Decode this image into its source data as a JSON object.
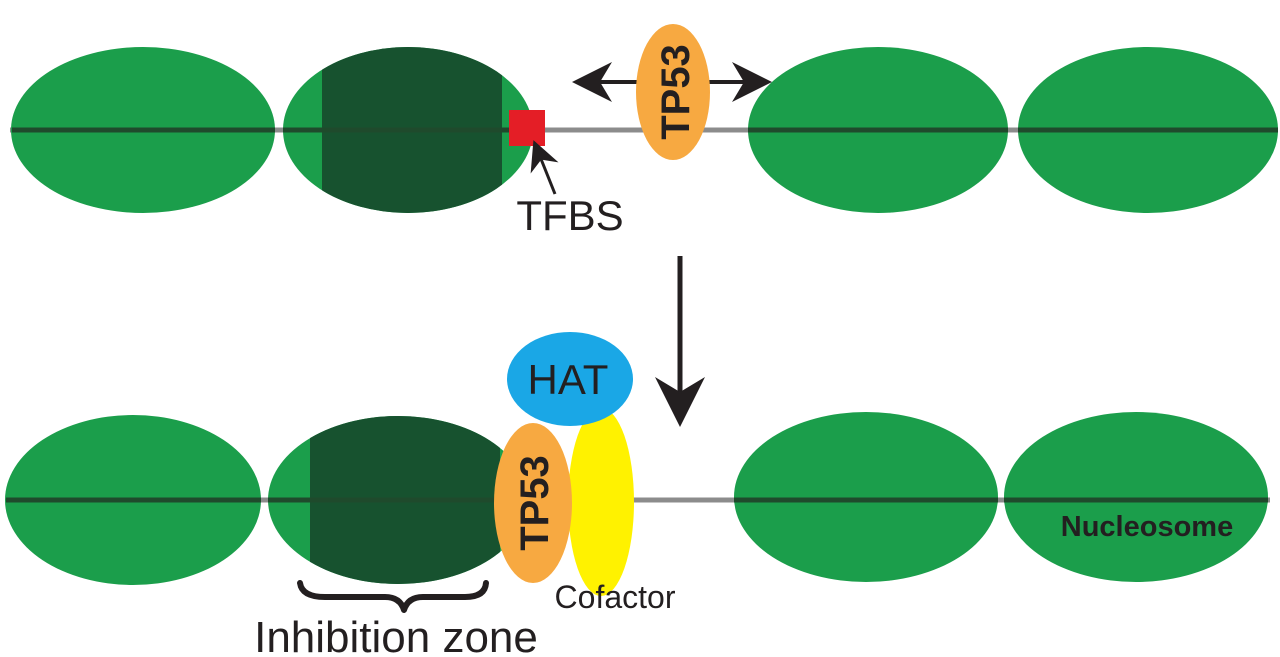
{
  "labels": {
    "tp53_top": "TP53",
    "tfbs": "TFBS",
    "hat": "HAT",
    "tp53_bottom": "TP53",
    "cofactor": "Cofactor",
    "nucleosome": "Nucleosome",
    "inhibition_zone": "Inhibition zone"
  },
  "colors": {
    "nucleosome": "#1b9e4b",
    "inhibited_region": "#17522f",
    "dna_core": "#1f4a2c",
    "linker_dna": "#8c8c8c",
    "tp53": "#f7a941",
    "tfbs": "#e41e26",
    "hat": "#1aa7e6",
    "cofactor": "#fff200",
    "arrow": "#231f20"
  }
}
